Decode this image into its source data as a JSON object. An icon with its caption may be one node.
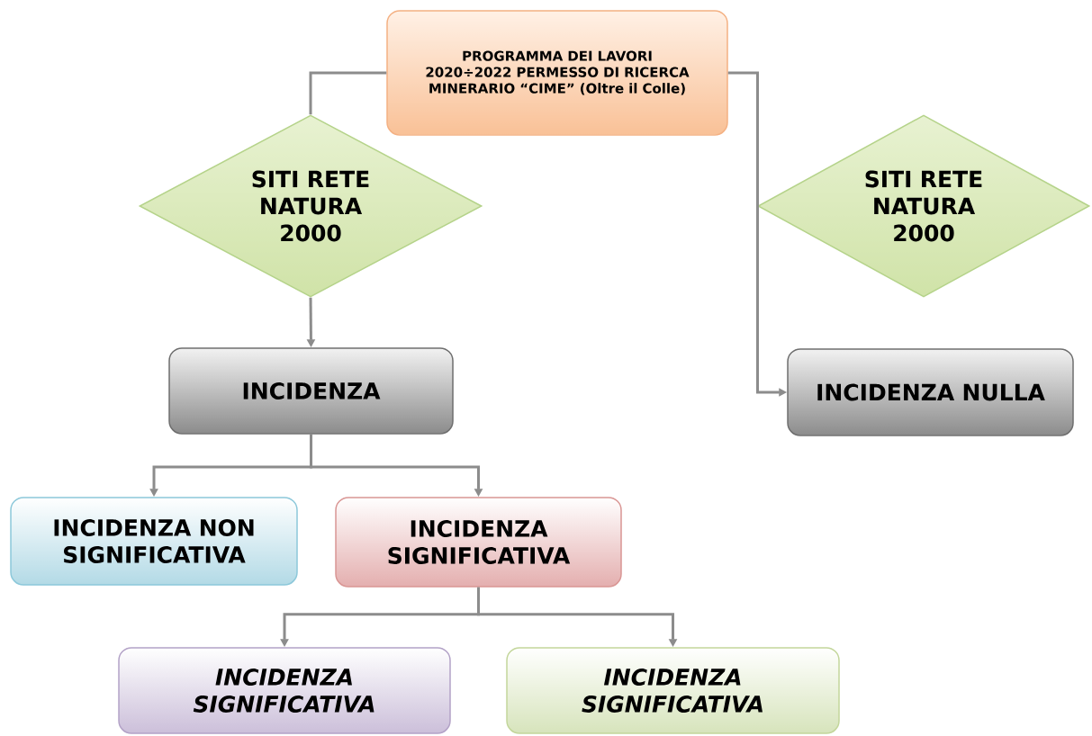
{
  "diagram": {
    "nodes": [
      {
        "text": [
          "PROGRAMMA DEI LAVORI 2020÷2022 PERMESSO DI RICERCA MINERARIO “CIME” (Oltre il Colle)"
        ]
      },
      {
        "text": [
          "SITI RETE NATURA 2000"
        ]
      },
      {
        "text": [
          "SITI RETE NATURA 2000"
        ]
      },
      {
        "text": [
          "INCIDENZA"
        ]
      },
      {
        "text": [
          "INCIDENZA NULLA"
        ]
      },
      {
        "text": [
          "INCIDENZA NON SIGNIFICATIVA"
        ]
      },
      {
        "text": [
          "INCIDENZA SIGNIFICATIVA"
        ]
      },
      {
        "text": [
          "INCIDENZA SIGNIFICATIVA"
        ]
      },
      {
        "text": [
          "INCIDENZA SIGNIFICATIVA"
        ]
      }
    ],
    "edges": [
      {
        "from": 0,
        "to": 1,
        "arrow": "none"
      },
      {
        "from": 1,
        "to": 3,
        "arrow": "to"
      },
      {
        "from": 0,
        "to": 4,
        "arrow": "to"
      },
      {
        "from": 3,
        "to": 5,
        "arrow": "to"
      },
      {
        "from": 3,
        "to": 6,
        "arrow": "to"
      },
      {
        "from": 6,
        "to": 7,
        "arrow": "to"
      },
      {
        "from": 6,
        "to": 8,
        "arrow": "to"
      }
    ]
  }
}
